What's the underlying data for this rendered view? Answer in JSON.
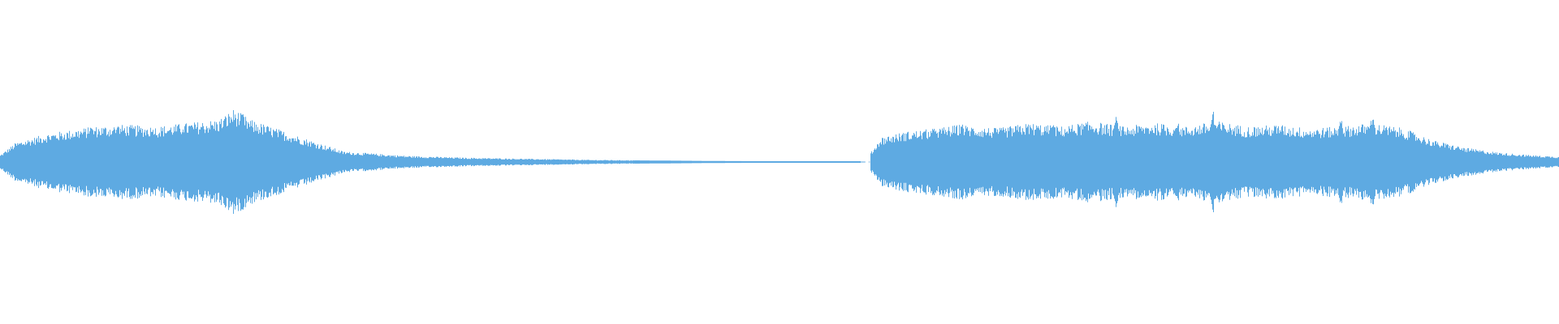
{
  "waveform": {
    "color": "#5eaae2",
    "background": "#ffffff",
    "channels": 1,
    "segments": [
      {
        "start": 0.0,
        "end": 0.552,
        "envelope": [
          [
            0.0,
            0.04
          ],
          [
            0.01,
            0.11
          ],
          [
            0.03,
            0.16
          ],
          [
            0.06,
            0.2
          ],
          [
            0.08,
            0.21
          ],
          [
            0.1,
            0.2
          ],
          [
            0.12,
            0.22
          ],
          [
            0.14,
            0.24
          ],
          [
            0.15,
            0.3
          ],
          [
            0.16,
            0.24
          ],
          [
            0.18,
            0.18
          ],
          [
            0.2,
            0.12
          ],
          [
            0.22,
            0.06
          ],
          [
            0.26,
            0.035
          ],
          [
            0.3,
            0.024
          ],
          [
            0.34,
            0.018
          ],
          [
            0.38,
            0.012
          ],
          [
            0.42,
            0.009
          ],
          [
            0.46,
            0.006
          ],
          [
            0.5,
            0.004
          ],
          [
            0.54,
            0.002
          ],
          [
            0.552,
            0.001
          ]
        ]
      },
      {
        "start": 0.558,
        "end": 1.0,
        "envelope": [
          [
            0.558,
            0.05
          ],
          [
            0.565,
            0.14
          ],
          [
            0.58,
            0.17
          ],
          [
            0.6,
            0.19
          ],
          [
            0.615,
            0.21
          ],
          [
            0.64,
            0.19
          ],
          [
            0.66,
            0.22
          ],
          [
            0.68,
            0.2
          ],
          [
            0.7,
            0.23
          ],
          [
            0.72,
            0.2
          ],
          [
            0.74,
            0.22
          ],
          [
            0.76,
            0.2
          ],
          [
            0.78,
            0.23
          ],
          [
            0.8,
            0.2
          ],
          [
            0.82,
            0.21
          ],
          [
            0.84,
            0.19
          ],
          [
            0.86,
            0.2
          ],
          [
            0.88,
            0.22
          ],
          [
            0.9,
            0.19
          ],
          [
            0.92,
            0.12
          ],
          [
            0.94,
            0.08
          ],
          [
            0.96,
            0.055
          ],
          [
            0.98,
            0.04
          ],
          [
            1.0,
            0.03
          ]
        ]
      }
    ],
    "peaks": [
      [
        0.058,
        0.22
      ],
      [
        0.075,
        0.24
      ],
      [
        0.098,
        0.22
      ],
      [
        0.118,
        0.24
      ],
      [
        0.155,
        0.35
      ],
      [
        0.6,
        0.22
      ],
      [
        0.617,
        0.24
      ],
      [
        0.64,
        0.21
      ],
      [
        0.675,
        0.26
      ],
      [
        0.716,
        0.3
      ],
      [
        0.755,
        0.27
      ],
      [
        0.778,
        0.32
      ],
      [
        0.822,
        0.23
      ],
      [
        0.86,
        0.28
      ],
      [
        0.88,
        0.3
      ]
    ]
  }
}
